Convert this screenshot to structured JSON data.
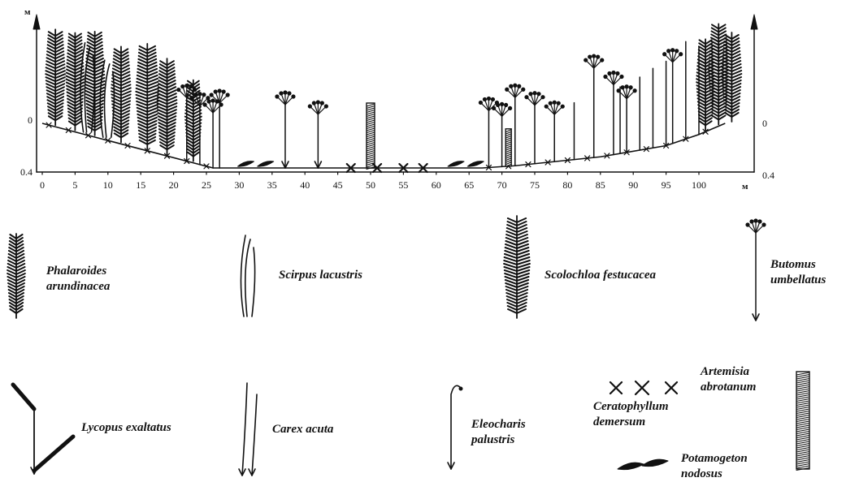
{
  "profile": {
    "x_unit": "м",
    "y_unit": "м",
    "x_ticks": [
      "0",
      "5",
      "10",
      "15",
      "20",
      "25",
      "30",
      "35",
      "40",
      "45",
      "50",
      "55",
      "60",
      "65",
      "70",
      "75",
      "80",
      "85",
      "90",
      "95",
      "100"
    ],
    "y_left_ticks": [
      "0",
      "0.4"
    ],
    "y_right_ticks": [
      "0",
      "0.4"
    ],
    "max_depth_m": 0.4,
    "length_m": 104
  },
  "legend": {
    "phalaroides": [
      "Phalaroides",
      "arundinacea"
    ],
    "scirpus": [
      "Scirpus lacustris"
    ],
    "scolochloa": [
      "Scolochloa festucacea"
    ],
    "butomus": [
      "Butomus",
      "umbellatus"
    ],
    "lycopus": [
      "Lycopus exaltatus"
    ],
    "carex": [
      "Carex acuta"
    ],
    "eleocharis": [
      "Eleocharis",
      "palustris"
    ],
    "artemisia": [
      "Artemisia",
      "abrotanum"
    ],
    "ceratophyllum": [
      "Ceratophyllum",
      "demersum"
    ],
    "potamogeton": [
      "Potamogeton",
      "nodosus"
    ]
  },
  "colors": {
    "ink": "#111111",
    "paper": "#ffffff"
  },
  "icons": {
    "phalaroides": "feathery-spike-icon",
    "scirpus": "narrow-leaf-tuft-icon",
    "scolochloa": "dense-feather-spike-icon",
    "butomus": "umbel-on-stalk-icon",
    "lycopus": "forked-leafy-stem-icon",
    "carex": "twin-stem-icon",
    "eleocharis": "hooked-stem-icon",
    "artemisia": "hatched-bar-icon",
    "ceratophyllum": "cross-marks-icon",
    "potamogeton": "floating-leaf-icon"
  }
}
